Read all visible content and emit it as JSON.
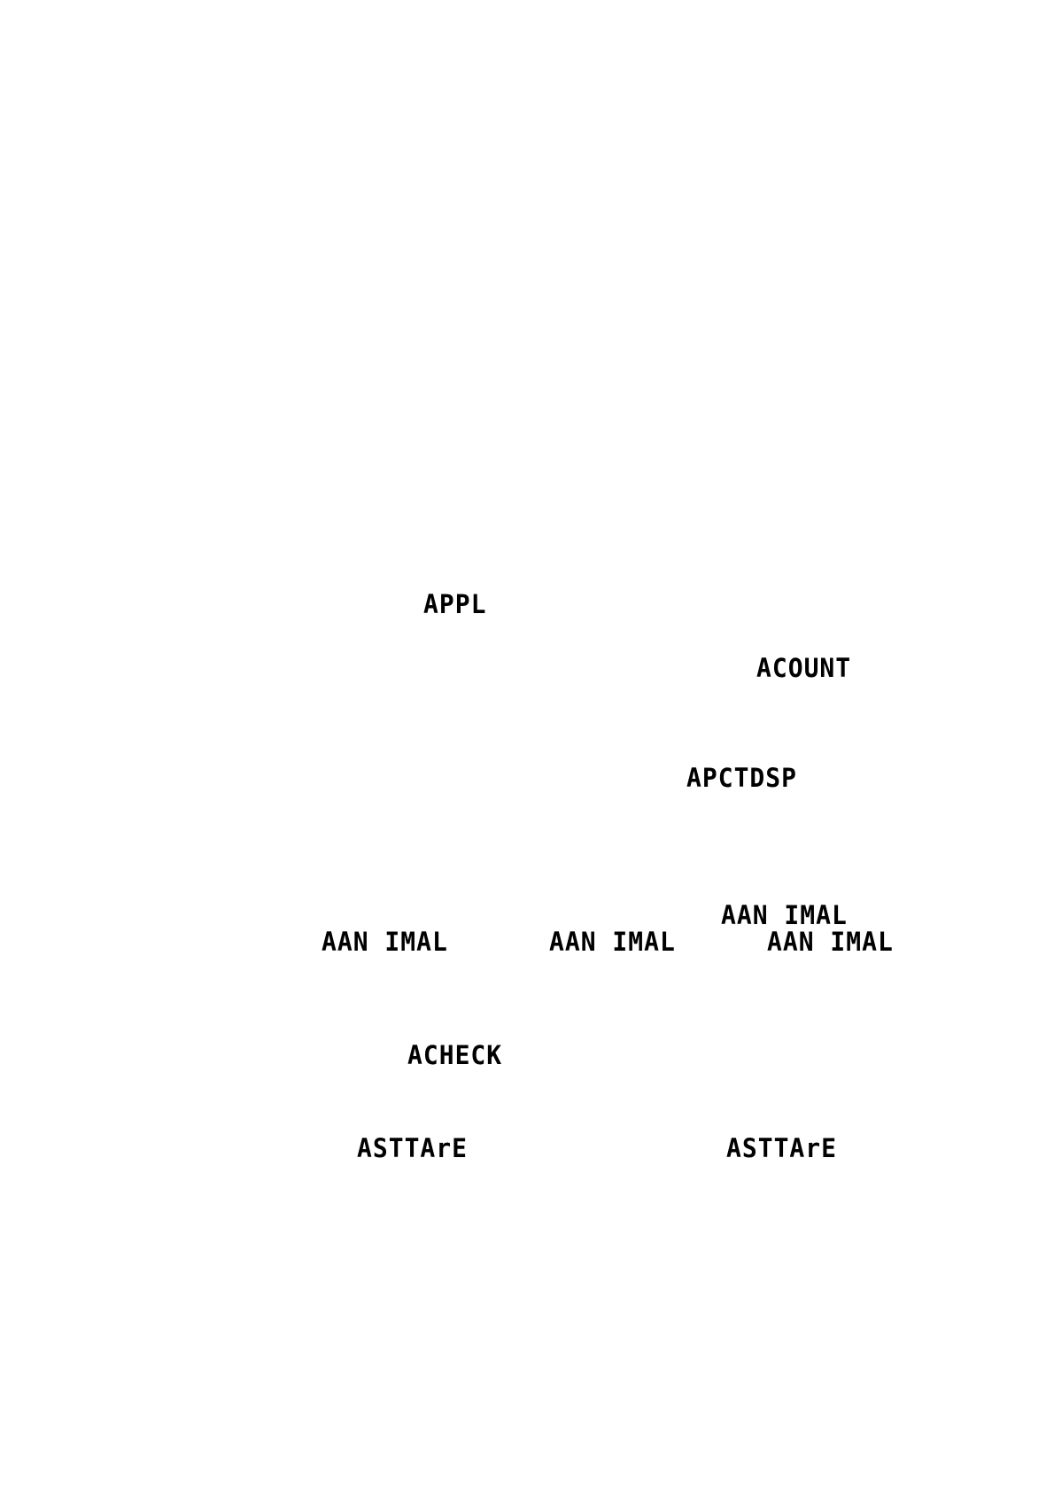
{
  "labels": {
    "appl": "APPL",
    "acount": "ACOUNT",
    "apctdsp": "APCTDSP",
    "aanimal_1": "AAN IMAL",
    "aanimal_2": "AAN IMAL",
    "aanimal_3": "AAN IMAL",
    "aanimal_4": "AAN IMAL",
    "acheck": "ACHECK",
    "astate_1": "ASTTArE",
    "astate_2": "ASTTArE"
  },
  "colors": {
    "background": "#ffffff",
    "text": "#000000"
  }
}
